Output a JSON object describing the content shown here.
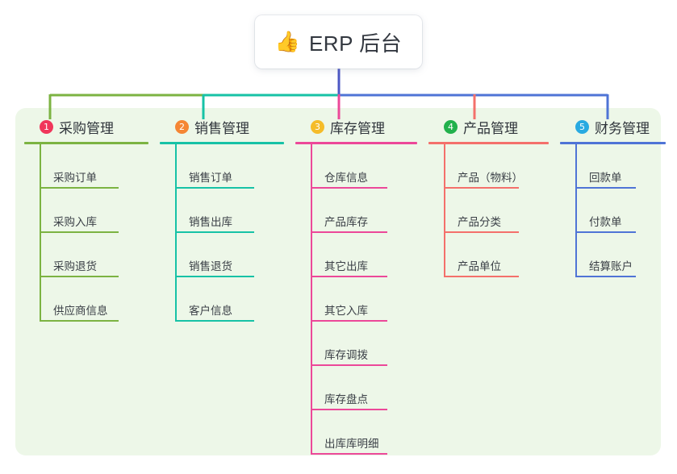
{
  "root": {
    "icon": "thumbs-up-icon",
    "emoji": "👍",
    "title": "ERP 后台"
  },
  "theme": {
    "panel_bg": "#edf7e8",
    "page_bg": "#ffffff",
    "text": "#2f343b",
    "stem": "#4c57c4"
  },
  "columns": [
    {
      "index": "1",
      "title": "采购管理",
      "badge_color": "#f0365b",
      "line_color": "#7cb342",
      "items": [
        {
          "label": "采购订单"
        },
        {
          "label": "采购入库"
        },
        {
          "label": "采购退货"
        },
        {
          "label": "供应商信息"
        }
      ]
    },
    {
      "index": "2",
      "title": "销售管理",
      "badge_color": "#f58634",
      "line_color": "#17c2a6",
      "items": [
        {
          "label": "销售订单"
        },
        {
          "label": "销售出库"
        },
        {
          "label": "销售退货"
        },
        {
          "label": "客户信息"
        }
      ]
    },
    {
      "index": "3",
      "title": "库存管理",
      "badge_color": "#f5bc29",
      "line_color": "#ec4899",
      "items": [
        {
          "label": "仓库信息"
        },
        {
          "label": "产品库存"
        },
        {
          "label": "其它出库"
        },
        {
          "label": "其它入库"
        },
        {
          "label": "库存调拨"
        },
        {
          "label": "库存盘点"
        },
        {
          "label": "出库库明细"
        }
      ]
    },
    {
      "index": "4",
      "title": "产品管理",
      "badge_color": "#22b14c",
      "line_color": "#f4706b",
      "items": [
        {
          "label": "产品（物料）"
        },
        {
          "label": "产品分类"
        },
        {
          "label": "产品单位"
        }
      ]
    },
    {
      "index": "5",
      "title": "财务管理",
      "badge_color": "#29aae1",
      "line_color": "#4f74d6",
      "items": [
        {
          "label": "回款单"
        },
        {
          "label": "付款单"
        },
        {
          "label": "结算账户"
        }
      ]
    }
  ]
}
